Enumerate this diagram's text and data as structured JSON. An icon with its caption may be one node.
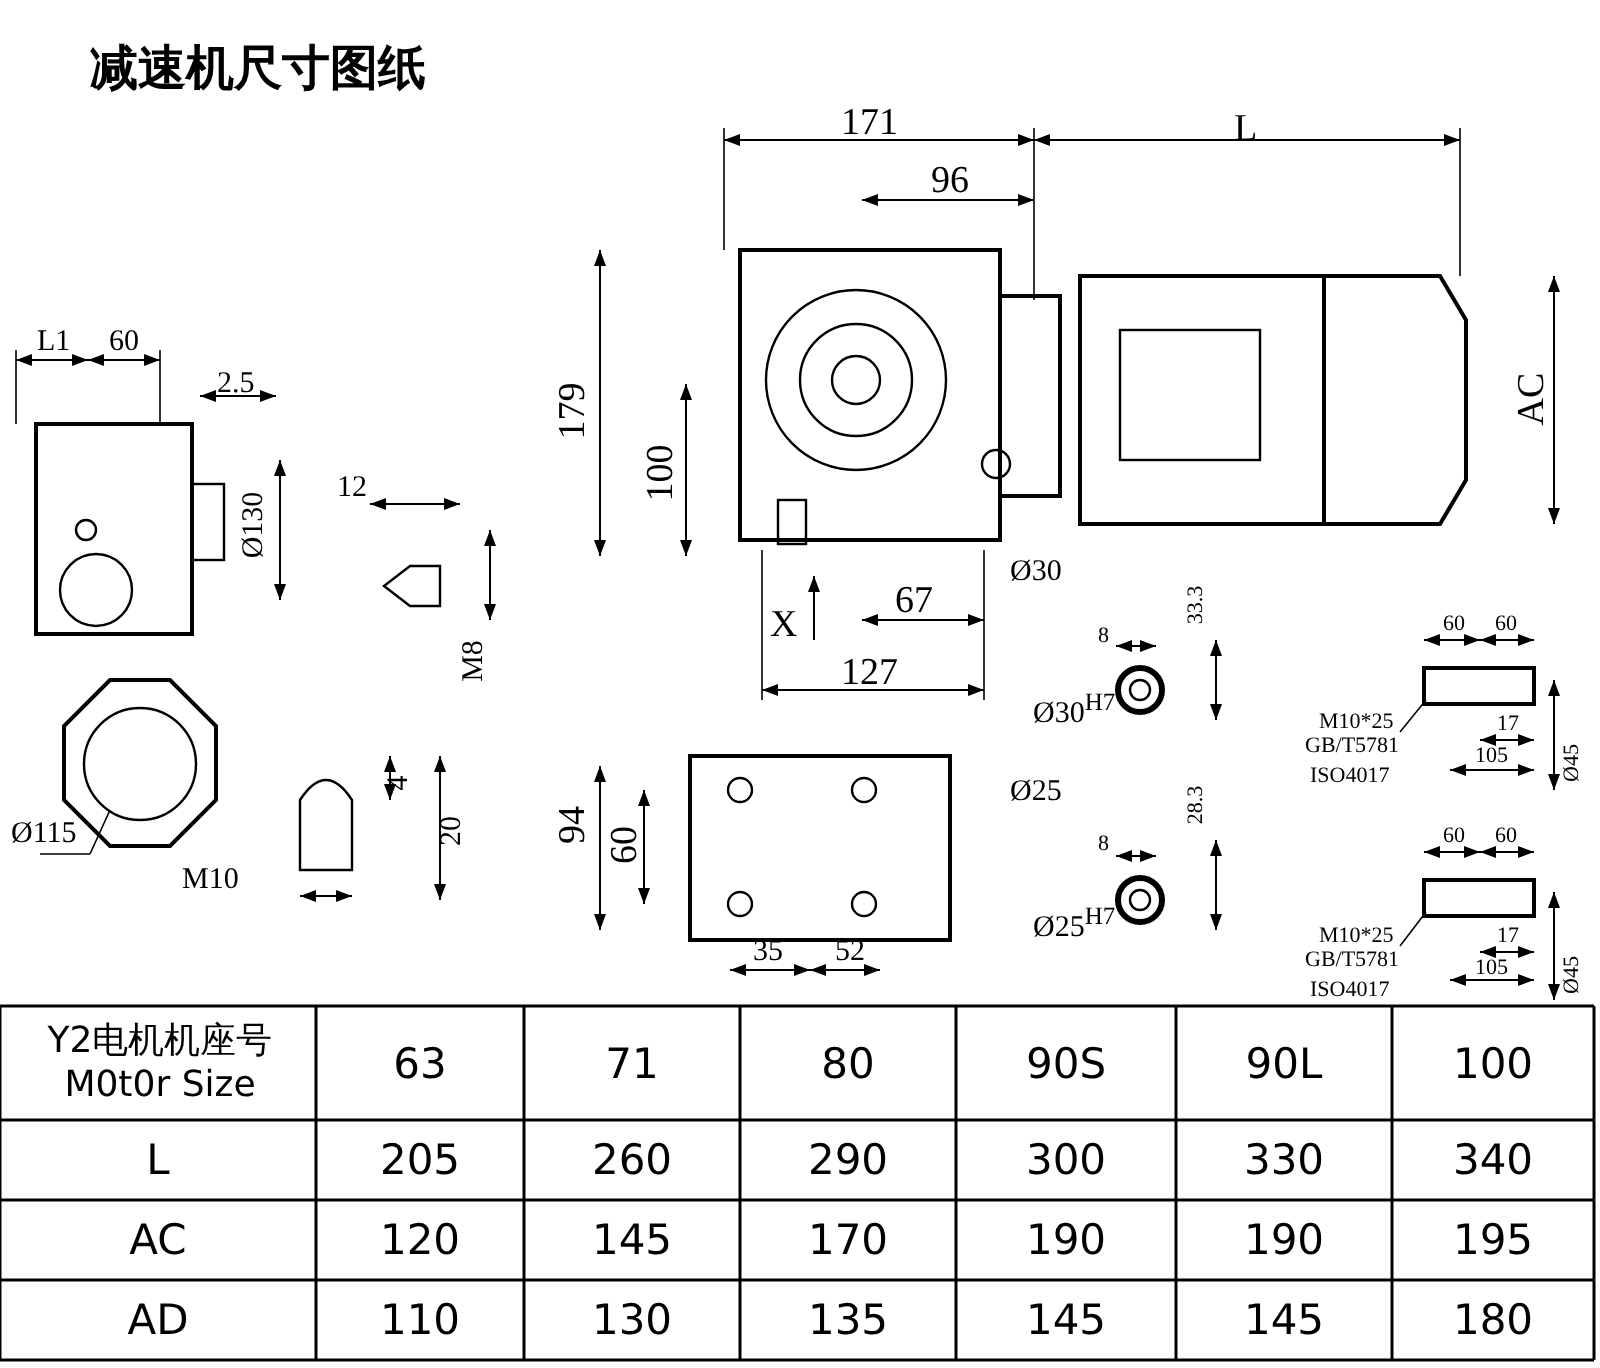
{
  "diagram": {
    "title": "减速机尺寸图纸",
    "labels": [
      "L1",
      "60",
      "2.5",
      "Ø130",
      "12",
      "M8",
      "Ø115",
      "4",
      "20",
      "M10",
      "171",
      "L",
      "96",
      "179",
      "100",
      "AC",
      "Ø30",
      "X",
      "67",
      "127",
      "8",
      "33.3",
      "Ø30$^{H7}$",
      "94",
      "60",
      "35",
      "52",
      "Ø25",
      "8",
      "28.3",
      "Ø25$^{H7}$",
      "60",
      "60",
      "M10*25",
      "GB/T5781",
      "ISO4017",
      "17",
      "105",
      "Ø45",
      "60",
      "60",
      "M10*25",
      "GB/T5781",
      "ISO4017",
      "17",
      "105",
      "Ø45",
      "Y2电机机座号 M0t0r Size",
      "63",
      "71",
      "80",
      "90S",
      "90L",
      "100",
      "L",
      "205",
      "260",
      "290",
      "300",
      "330",
      "340",
      "AC",
      "120",
      "145",
      "170",
      "190",
      "190",
      "195",
      "AD",
      "110",
      "130",
      "135",
      "145",
      "145",
      "180"
    ]
  }
}
